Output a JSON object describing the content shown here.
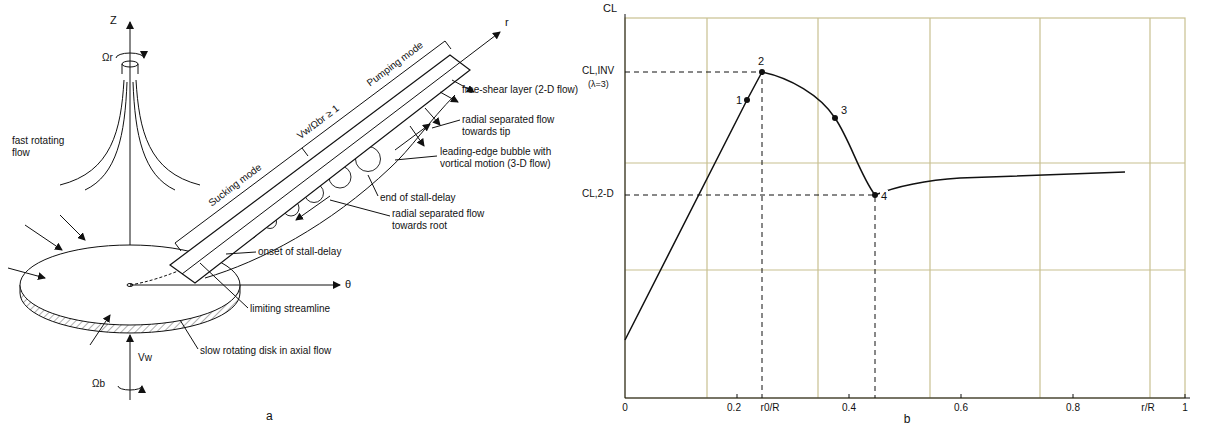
{
  "diagram": {
    "labels": [
      "Z",
      "Ωr",
      "fast rotating flow",
      "Sucking mode",
      "Vw/Ωbr ≥ 1",
      "Pumping mode",
      "r",
      "free-shear layer (2-D flow)",
      "radial separated flow towards tip",
      "leading-edge bubble with vortical motion (3-D flow)",
      "end of stall-delay",
      "radial separated flow towards root",
      "onset of stall-delay",
      "θ",
      "limiting streamline",
      "slow rotating disk in axial flow",
      "Vw",
      "Ωb",
      "a",
      "CL",
      "CL,INV",
      "(λ=3)",
      "CL,2-D",
      "1",
      "2",
      "3",
      "4",
      "0",
      "0.2",
      "r0/R",
      "0.4",
      "0.6",
      "0.8",
      "r/R",
      "1",
      "b"
    ]
  }
}
